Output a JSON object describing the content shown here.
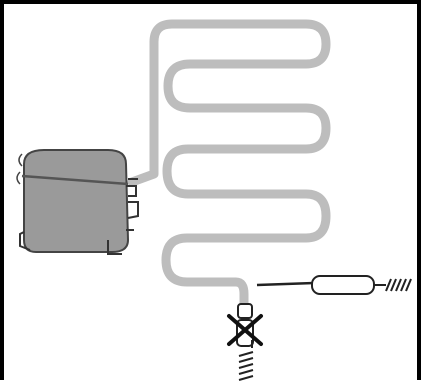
{
  "diagram": {
    "components": [
      "compressor",
      "condenser-coil",
      "capillary-tube",
      "drier-filter",
      "service-valve"
    ],
    "colors": {
      "frame": "#000000",
      "background": "#ffffff",
      "tubing": "#bdbdbd",
      "compressor_body": "#9a9a9a",
      "ink": "#222222"
    },
    "icons": {
      "valve_mark": "cross-icon",
      "sketch_style": "hand-drawn"
    }
  }
}
